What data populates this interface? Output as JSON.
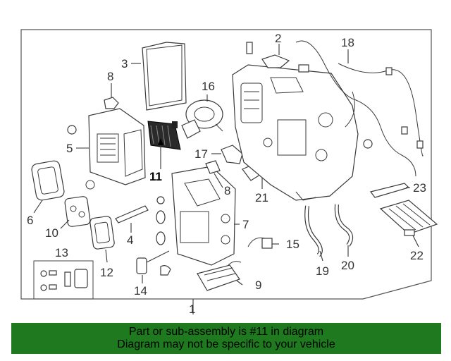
{
  "diagram": {
    "highlight_color": "#1f7a1f",
    "callouts": [
      "1",
      "2",
      "3",
      "4",
      "5",
      "6",
      "7",
      "8",
      "8",
      "9",
      "10",
      "11",
      "12",
      "13",
      "14",
      "15",
      "16",
      "17",
      "18",
      "19",
      "20",
      "21",
      "22",
      "23"
    ]
  },
  "banner": {
    "line1": "Part or sub-assembly is #11 in diagram",
    "line2": "Diagram may not be specific to your vehicle"
  }
}
